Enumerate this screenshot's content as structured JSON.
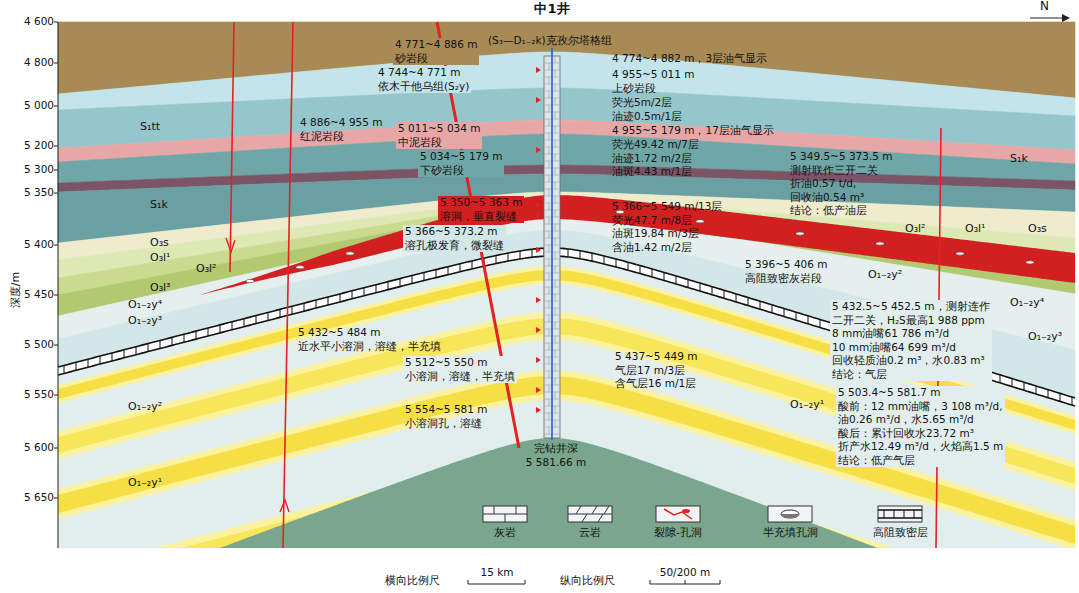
{
  "diagram": {
    "title": "中1井",
    "labels": [
      "4 771~4 886 m 砂岩段",
      "(S₃—D₁₋₂k)克孜尔塔格组",
      "4 774~4 882 m，3层油气显示",
      "4 744~4 771 m 依木干他乌组(S₂y)",
      "4 955~5 011 m 上砂岩段",
      "荧光5m/2层 油迹0.5m/1层",
      "4 955~5 179 m，17层油气显示",
      "S₁tt",
      "4 886~4 955 m 红泥岩段",
      "5 011~5 034 m 中泥岩段",
      "5 034~5 179 m 下砂岩段",
      "荧光49.42 m/7层 油迹1.72 m/2层 油斑4.43 m/1层",
      "S₁k",
      "S₁k",
      "5 349.5~5 373.5 m 测射联作三开二关 折油0.57 t/d, 回收油0.54 m³ 结论：低产油层",
      "5 350~5 363 m 溶洞，垂直裂缝",
      "5 366~5 373.2 m 溶孔极发育，微裂缝",
      "5 366~5 549 m/13层 荧光47.7 m/8层 油斑19.84 m/3层 含油1.42 m/2层",
      "5 396~5 406 m 高阻致密灰岩段",
      "O₃s",
      "O₃l¹",
      "O₃l²",
      "O₃l³",
      "O₁₋₂y⁴",
      "O₁₋₂y³",
      "O₁₋₂y²",
      "O₁₋₂y¹",
      "O₃l²",
      "O₃l¹",
      "O₃s",
      "O₁₋₂y⁴",
      "O₁₋₂y²",
      "O₁₋₂y³",
      "O₁₋₂y¹",
      "5 432~5 484 m 近水平小溶洞，溶缝，半充填",
      "5 512~5 550 m 小溶洞，溶缝，半充填",
      "5 437~5 449 m 气层17 m/3层 含气层16 m/1层",
      "5 432.5~5 452.5 m，测射连作 二开二关，H₂S最高1 988 ppm 8 mm油嘴61 786 m³/d 10 mm油嘴64 699 m³/d 回收轻质油0.2 m³，水0.83 m³ 结论：气层",
      "5 554~5 581 m 小溶洞孔，溶缝",
      "完钻井深 5 581.66 m",
      "5 503.4~5 581.7 m 酸前：12 mm油嘴，3 108 m³/d, 油0.26 m³/d，水5.65 m³/d 酸后：累计回收水23.72 m³ 折产水12.49 m³/d，火焰高1.5 m 结论：低产气层",
      "深度/m",
      "4 600",
      "4 800",
      "5 000",
      "5 200",
      "5 300",
      "5 350",
      "5 400",
      "5 450",
      "5 500",
      "5 550",
      "5 600",
      "5 650",
      "N",
      "横向比例尺",
      "15 km",
      "纵向比例尺",
      "50/200 m"
    ],
    "legend": [
      {
        "text": "灰岩"
      },
      {
        "text": "云岩"
      },
      {
        "text": "裂隙-孔洞"
      },
      {
        "text": "半充填孔洞"
      },
      {
        "text": "高阻致密层"
      }
    ]
  }
}
